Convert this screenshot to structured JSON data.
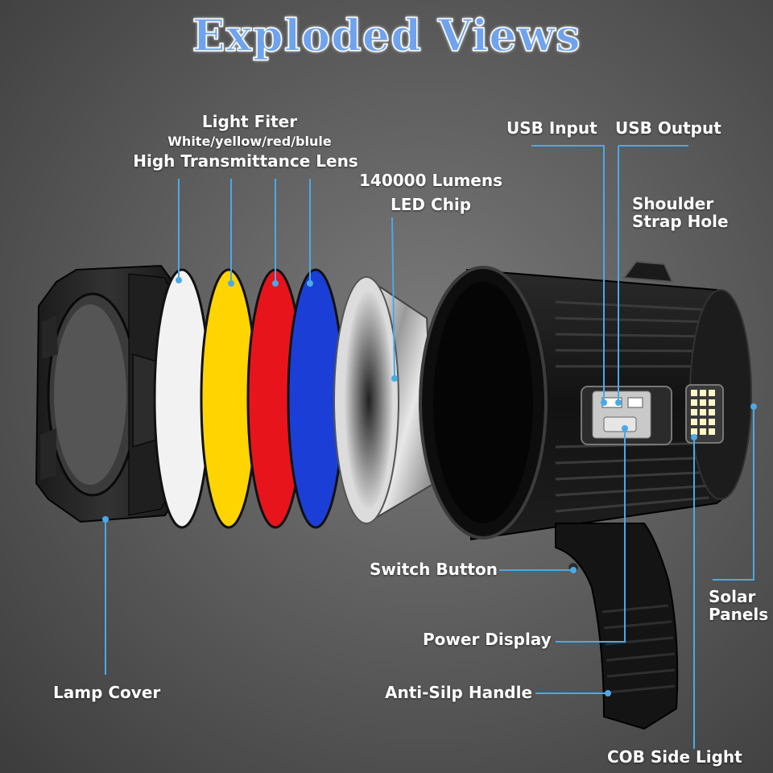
{
  "title": "Exploded Views",
  "labels": {
    "light_filter": "Light Fiter",
    "filter_colors": "White/yellow/red/blule",
    "lens": "High Transmittance Lens",
    "lumens": "140000 Lumens",
    "led_chip": "LED Chip",
    "usb_input": "USB Input",
    "usb_output": "USB Output",
    "shoulder_1": "Shoulder",
    "shoulder_2": "Strap Hole",
    "switch_button": "Switch Button",
    "power_display": "Power Display",
    "handle": "Anti-Silp Handle",
    "lamp_cover": "Lamp Cover",
    "solar_1": "Solar",
    "solar_2": "Panels",
    "cob": "COB Side Light"
  },
  "colors": {
    "accent_title": "#6fa3ee",
    "leader_line": "#4aa9e8",
    "filter_white": "#f2f2f2",
    "filter_yellow": "#ffd400",
    "filter_red": "#e8141c",
    "filter_blue": "#1b3fd6",
    "body": "#141414"
  }
}
